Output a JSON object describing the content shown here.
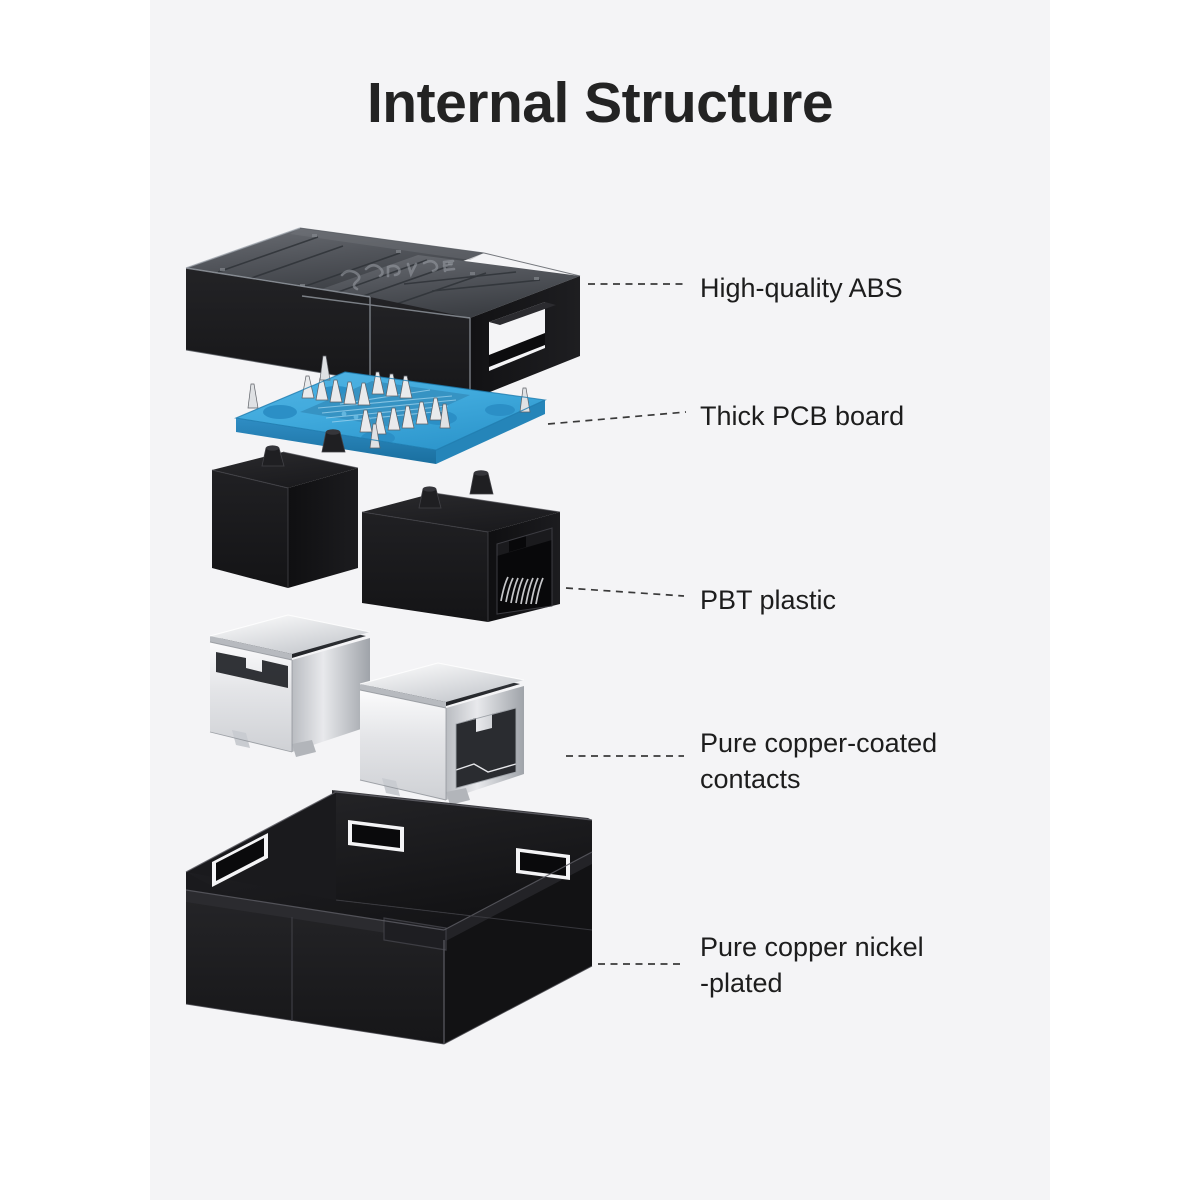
{
  "page": {
    "background_color": "#ffffff",
    "panel_color": "#f4f4f6",
    "title": "Internal Structure",
    "title_color": "#232323"
  },
  "diagram": {
    "type": "exploded-view",
    "subject": "RJ45 network coupler / keystone coupler",
    "view": "isometric",
    "layer_count": 5,
    "layers": [
      {
        "id": "abs-top-shell",
        "name": "Top housing shell",
        "label": "High-quality ABS",
        "material": "ABS",
        "color": "#1c1c1e",
        "accent_color": "#5a5d62",
        "features": "ribbed top face, embossed brand, side notch",
        "order": 1
      },
      {
        "id": "pcb-board",
        "name": "Printed circuit board",
        "label": "Thick PCB board",
        "material": "FR4 PCB",
        "color": "#3fa9dc",
        "accent_color": "#1f7fb8",
        "features": "silver through-hole pins, via pads, signal traces",
        "order": 2
      },
      {
        "id": "pbt-jack-bodies",
        "name": "Jack insert bodies",
        "label": "PBT plastic",
        "material": "PBT",
        "color": "#171718",
        "accent_color": "#3a3a3c",
        "features": "two cube inserts, alignment posts, RJ45 port with contact pins",
        "order": 3
      },
      {
        "id": "metal-shields",
        "name": "Shielding cans",
        "label": "Pure copper-coated\ncontacts",
        "material": "copper-coated metal",
        "color": "#d9dadd",
        "accent_color": "#ffffff",
        "features": "two open-top shield boxes, RJ45 silhouette cutouts",
        "order": 4
      },
      {
        "id": "bottom-housing",
        "name": "Bottom housing tray",
        "label": "Pure copper nickel\n-plated",
        "material": "copper, nickel-plated",
        "color": "#18181a",
        "accent_color": "#2e2e31",
        "features": "open tray, raised rear wall with three rectangular latch slots",
        "order": 5
      }
    ],
    "leader_lines": {
      "style": "dashed",
      "color": "#3a3a3a",
      "dash": "7 5.5",
      "width": 1.7
    }
  },
  "labels": [
    {
      "id": "label-abs",
      "text": "High-quality ABS"
    },
    {
      "id": "label-pcb",
      "text": "Thick PCB board"
    },
    {
      "id": "label-pbt",
      "text": "PBT plastic"
    },
    {
      "id": "label-contacts",
      "text": "Pure copper-coated\ncontacts"
    },
    {
      "id": "label-nickel-plated",
      "text": "Pure copper nickel\n-plated"
    }
  ]
}
